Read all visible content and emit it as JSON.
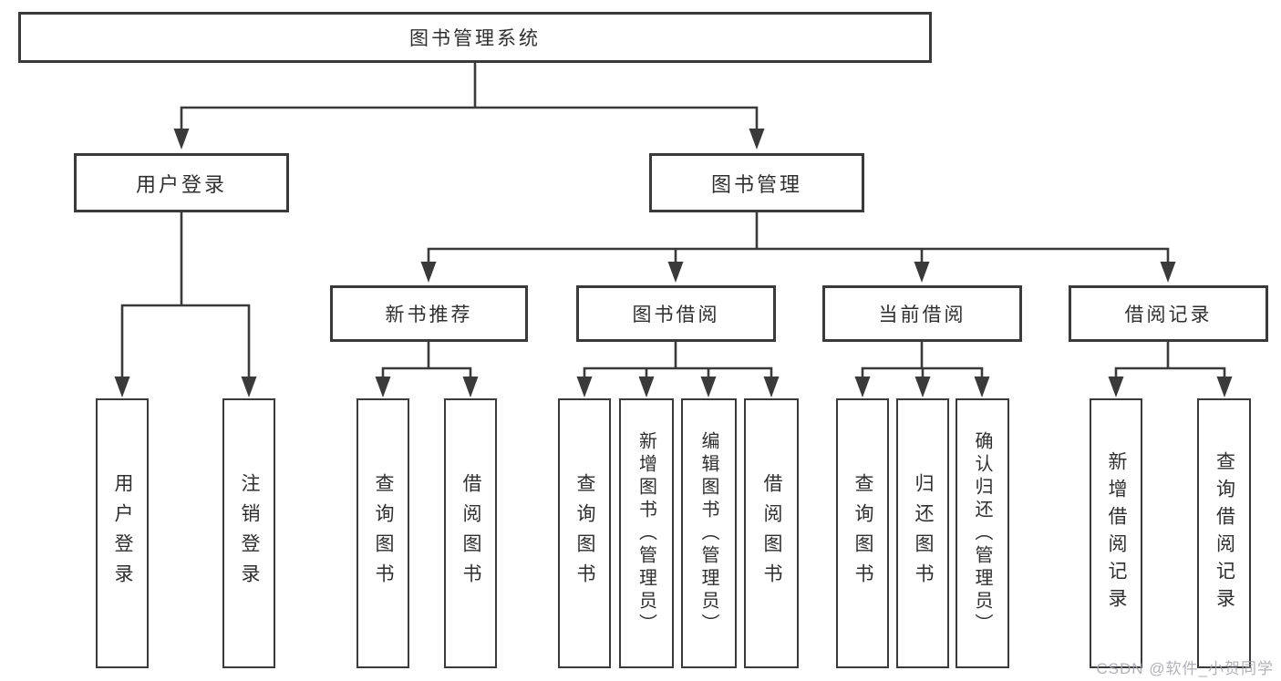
{
  "diagram": {
    "root": {
      "label": "图书管理系统"
    },
    "branches": [
      {
        "label": "用户登录",
        "children": [
          {
            "label": "用户登录"
          },
          {
            "label": "注销登录"
          }
        ]
      },
      {
        "label": "图书管理",
        "children": [
          {
            "label": "新书推荐",
            "children": [
              {
                "label": "查询图书"
              },
              {
                "label": "借阅图书"
              }
            ]
          },
          {
            "label": "图书借阅",
            "children": [
              {
                "label": "查询图书"
              },
              {
                "label": "新增图书（管理员）"
              },
              {
                "label": "编辑图书（管理员）"
              },
              {
                "label": "借阅图书"
              }
            ]
          },
          {
            "label": "当前借阅",
            "children": [
              {
                "label": "查询图书"
              },
              {
                "label": "归还图书"
              },
              {
                "label": "确认归还（管理员）"
              }
            ]
          },
          {
            "label": "借阅记录",
            "children": [
              {
                "label": "新增借阅记录"
              },
              {
                "label": "查询借阅记录"
              }
            ]
          }
        ]
      }
    ]
  },
  "watermark": {
    "text": "CSDN @软件_小贺同学"
  },
  "colors": {
    "line": "#3a3a3a",
    "text": "#2f2f2f",
    "background": "#ffffff",
    "watermark": "#a4a4ae"
  }
}
